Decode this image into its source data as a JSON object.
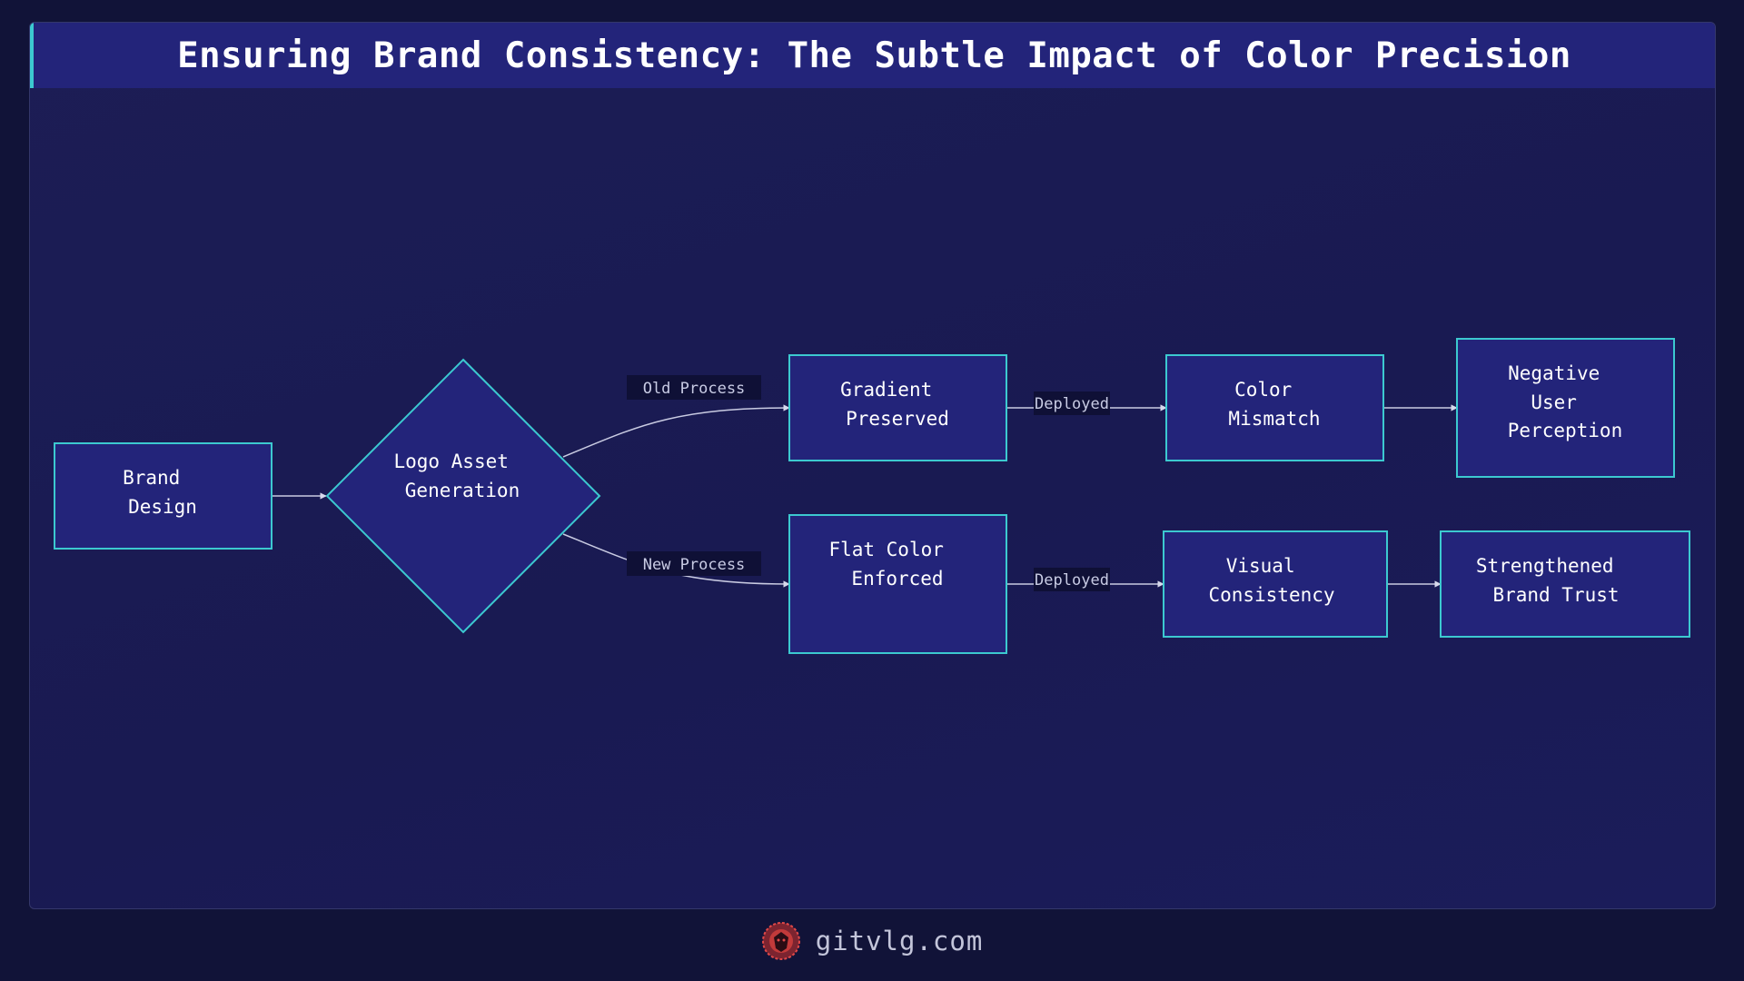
{
  "title": "Ensuring Brand Consistency: The Subtle Impact of Color Precision",
  "nodes": {
    "brand_design": [
      "Brand",
      "Design"
    ],
    "logo_asset": [
      "Logo Asset",
      "Generation"
    ],
    "gradient": [
      "Gradient",
      "Preserved"
    ],
    "flat_color": [
      "Flat Color",
      "Enforced"
    ],
    "color_mismatch": [
      "Color",
      "Mismatch"
    ],
    "negative": [
      "Negative",
      "User",
      "Perception"
    ],
    "visual": [
      "Visual",
      "Consistency"
    ],
    "trust": [
      "Strengthened",
      "Brand Trust"
    ]
  },
  "edge_labels": {
    "old_process": "Old Process",
    "new_process": "New Process",
    "deployed_top": "Deployed",
    "deployed_bottom": "Deployed"
  },
  "footer": {
    "site": "gitvlg.com",
    "logo_icon": "lion-head-logo-icon"
  },
  "colors": {
    "accent": "#3cc9d0",
    "node_fill": "#23247a",
    "background": "#111338"
  }
}
